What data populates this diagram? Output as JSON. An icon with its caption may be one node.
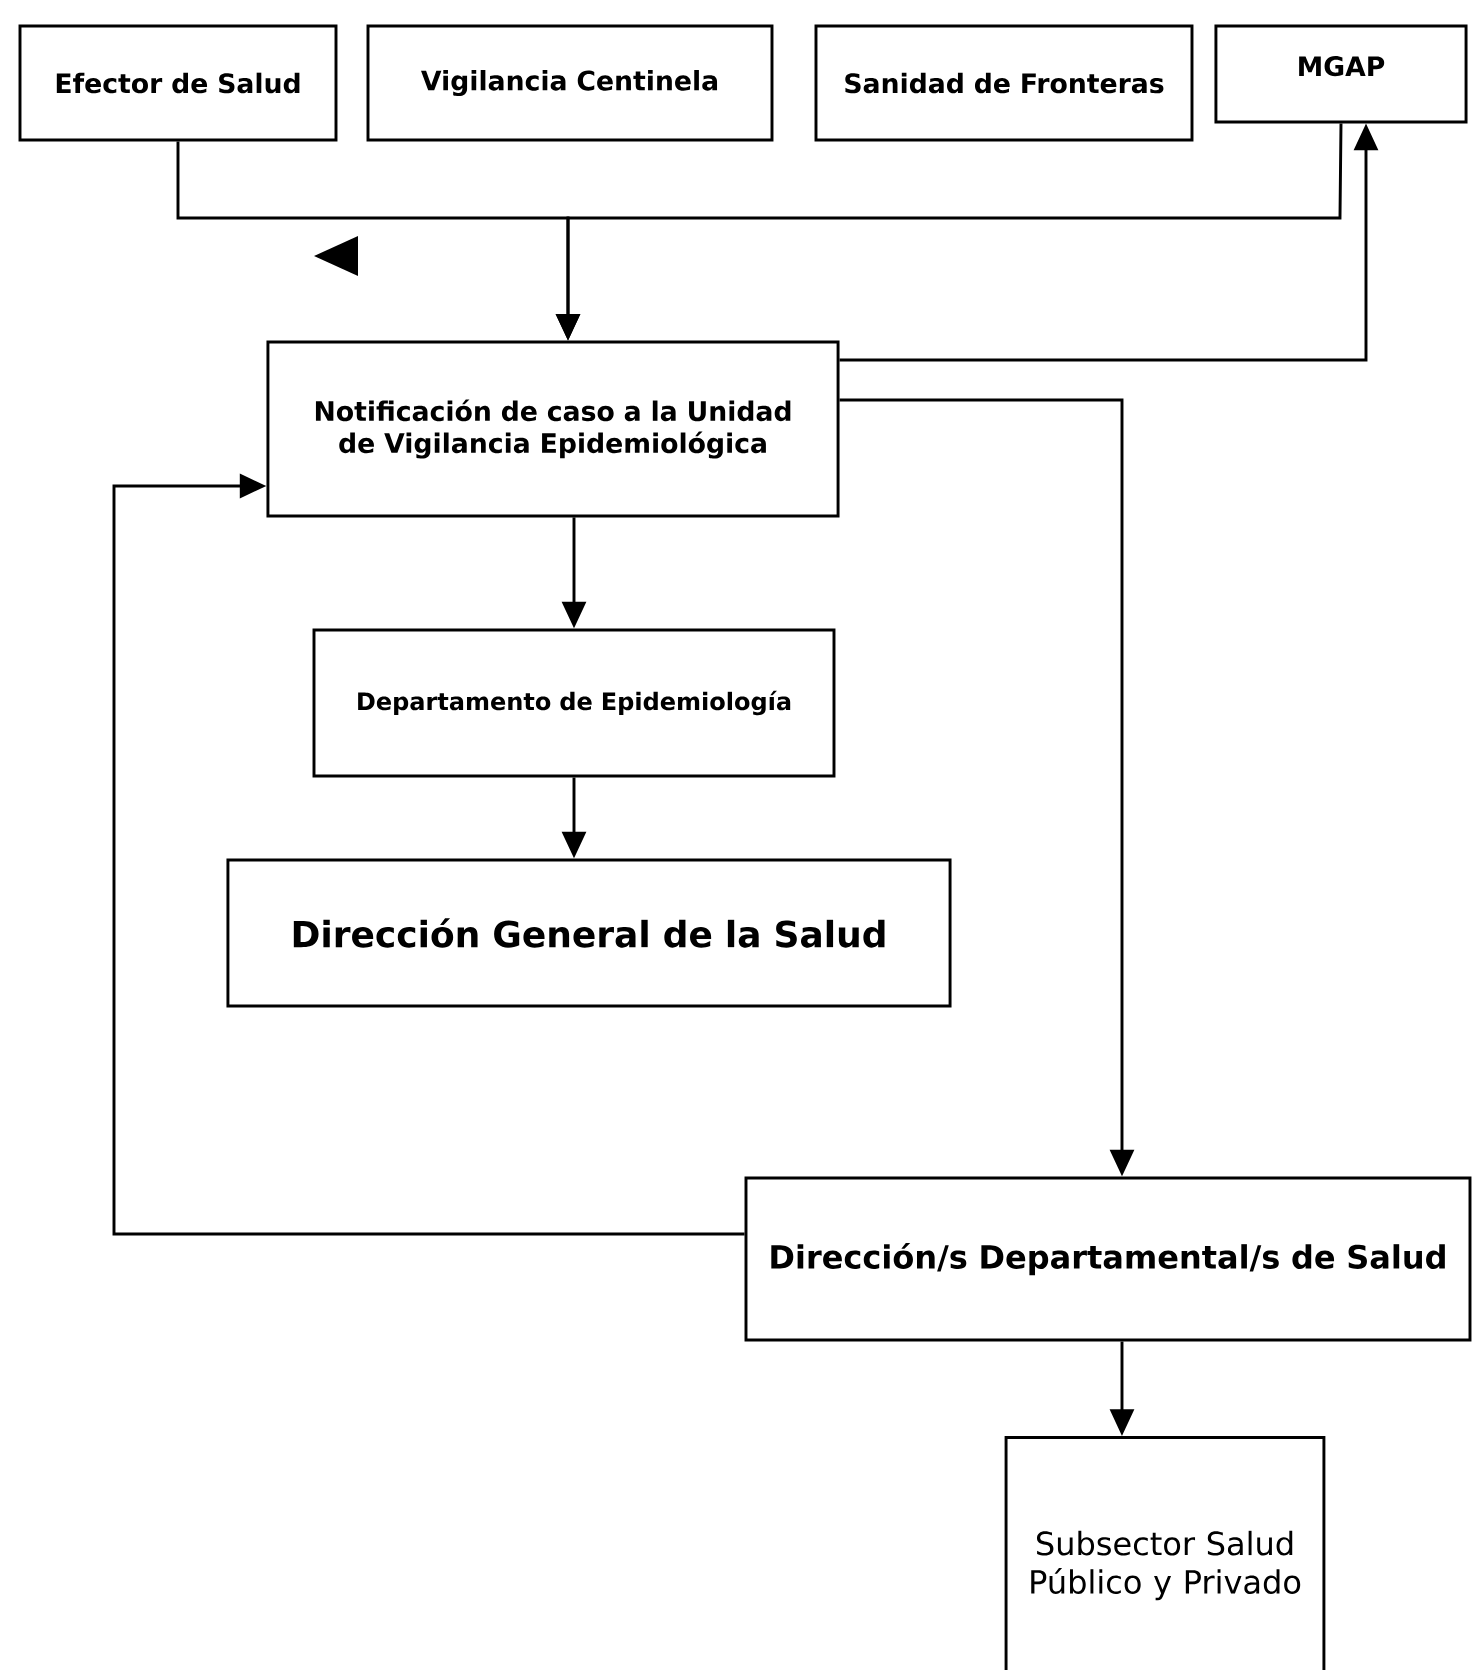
{
  "diagram": {
    "nodes": [
      {
        "text": [
          "Efector de Salud"
        ]
      },
      {
        "text": [
          "Vigilancia Centinela"
        ]
      },
      {
        "text": [
          "Sanidad de Fronteras"
        ]
      },
      {
        "text": [
          "MGAP"
        ]
      },
      {
        "text": [
          "Notificación de caso a la Unidad de Vigilancia Epidemiológica"
        ]
      },
      {
        "text": [
          "Departamento de Epidemiología"
        ]
      },
      {
        "text": [
          "Dirección General de la Salud"
        ]
      },
      {
        "text": [
          "Dirección/s Departamental/s de Salud"
        ]
      },
      {
        "text": [
          "Subsector Salud Público y Privado"
        ]
      }
    ],
    "edges": [
      {
        "from": 0,
        "to": 4,
        "arrow": "to"
      },
      {
        "from": 3,
        "to": 4,
        "arrow": "to"
      },
      {
        "from": 4,
        "to": 3,
        "arrow": "to"
      },
      {
        "from": 4,
        "to": 7,
        "arrow": "to"
      },
      {
        "from": 7,
        "to": 4,
        "arrow": "to"
      },
      {
        "from": 4,
        "to": 5,
        "arrow": "to"
      },
      {
        "from": 5,
        "to": 6,
        "arrow": "to"
      },
      {
        "from": 7,
        "to": 8,
        "arrow": "to"
      }
    ]
  }
}
